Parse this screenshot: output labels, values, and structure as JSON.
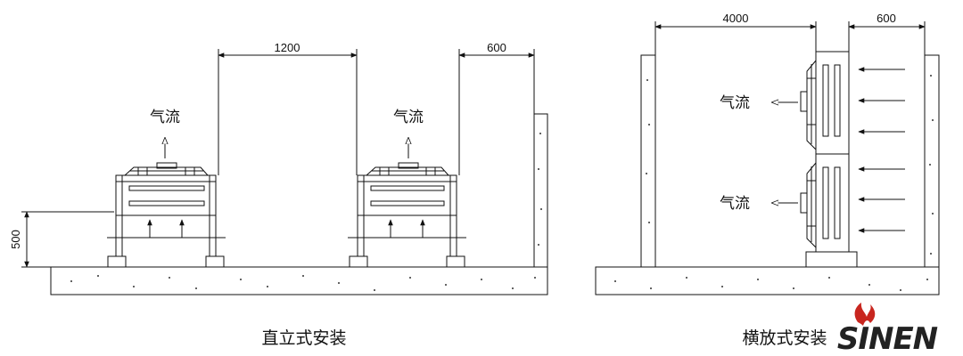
{
  "left": {
    "dim_spacing": "1200",
    "dim_wall": "600",
    "dim_height": "500",
    "airflow_label": "气流",
    "caption": "直立式安装"
  },
  "right": {
    "dim_spacing": "4000",
    "dim_wall": "600",
    "airflow_label": "气流",
    "caption": "横放式安装"
  },
  "logo": {
    "text": "SINEN",
    "flame_color": "#c8261f"
  }
}
